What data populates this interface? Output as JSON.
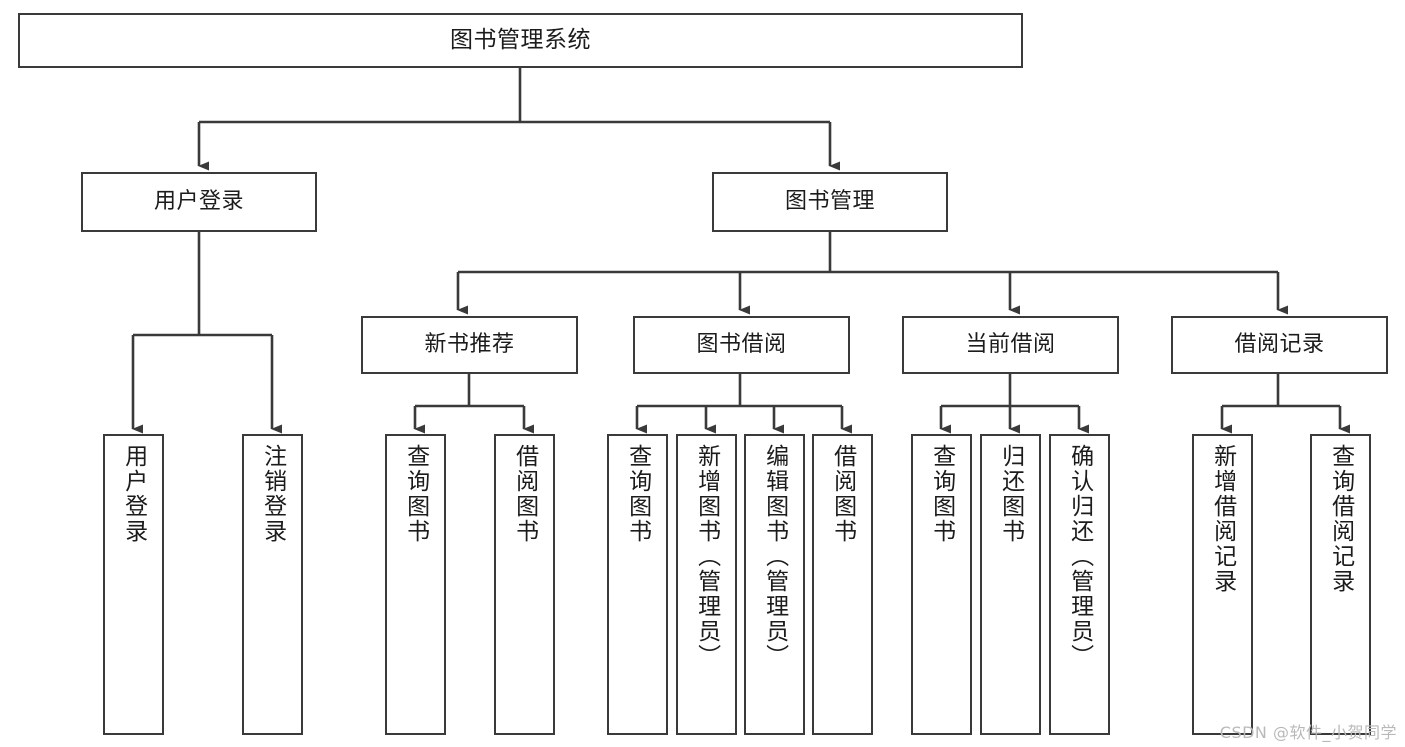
{
  "diagram": {
    "title": "图书管理系统",
    "type": "tree",
    "root": {
      "id": "root",
      "label": "图书管理系统"
    },
    "level2": [
      {
        "id": "user-login",
        "label": "用户登录"
      },
      {
        "id": "book-manage",
        "label": "图书管理"
      }
    ],
    "level3": [
      {
        "id": "new-book-rec",
        "label": "新书推荐",
        "parent": "book-manage"
      },
      {
        "id": "book-borrow",
        "label": "图书借阅",
        "parent": "book-manage"
      },
      {
        "id": "current-borrow",
        "label": "当前借阅",
        "parent": "book-manage"
      },
      {
        "id": "borrow-record",
        "label": "借阅记录",
        "parent": "book-manage"
      }
    ],
    "leaves": [
      {
        "id": "leaf-user-login",
        "label": "用户登录",
        "parent": "user-login"
      },
      {
        "id": "leaf-logout",
        "label": "注销登录",
        "parent": "user-login"
      },
      {
        "id": "leaf-query-book-1",
        "label": "查询图书",
        "parent": "new-book-rec"
      },
      {
        "id": "leaf-borrow-book-1",
        "label": "借阅图书",
        "parent": "new-book-rec"
      },
      {
        "id": "leaf-query-book-2",
        "label": "查询图书",
        "parent": "book-borrow"
      },
      {
        "id": "leaf-add-book",
        "label": "新增图书（管理员）",
        "parent": "book-borrow"
      },
      {
        "id": "leaf-edit-book",
        "label": "编辑图书（管理员）",
        "parent": "book-borrow"
      },
      {
        "id": "leaf-borrow-book-2",
        "label": "借阅图书",
        "parent": "book-borrow"
      },
      {
        "id": "leaf-query-book-3",
        "label": "查询图书",
        "parent": "current-borrow"
      },
      {
        "id": "leaf-return-book",
        "label": "归还图书",
        "parent": "current-borrow"
      },
      {
        "id": "leaf-confirm-return",
        "label": "确认归还（管理员）",
        "parent": "current-borrow"
      },
      {
        "id": "leaf-add-record",
        "label": "新增借阅记录",
        "parent": "borrow-record"
      },
      {
        "id": "leaf-query-record",
        "label": "查询借阅记录",
        "parent": "borrow-record"
      }
    ],
    "colors": {
      "border": "#3a3a3a",
      "line": "#3a3a3a",
      "background": "#ffffff",
      "text": "#1c1c1c",
      "watermark": "#b9b9b9"
    }
  },
  "watermark": {
    "text": "CSDN @软件_小贺同学"
  }
}
